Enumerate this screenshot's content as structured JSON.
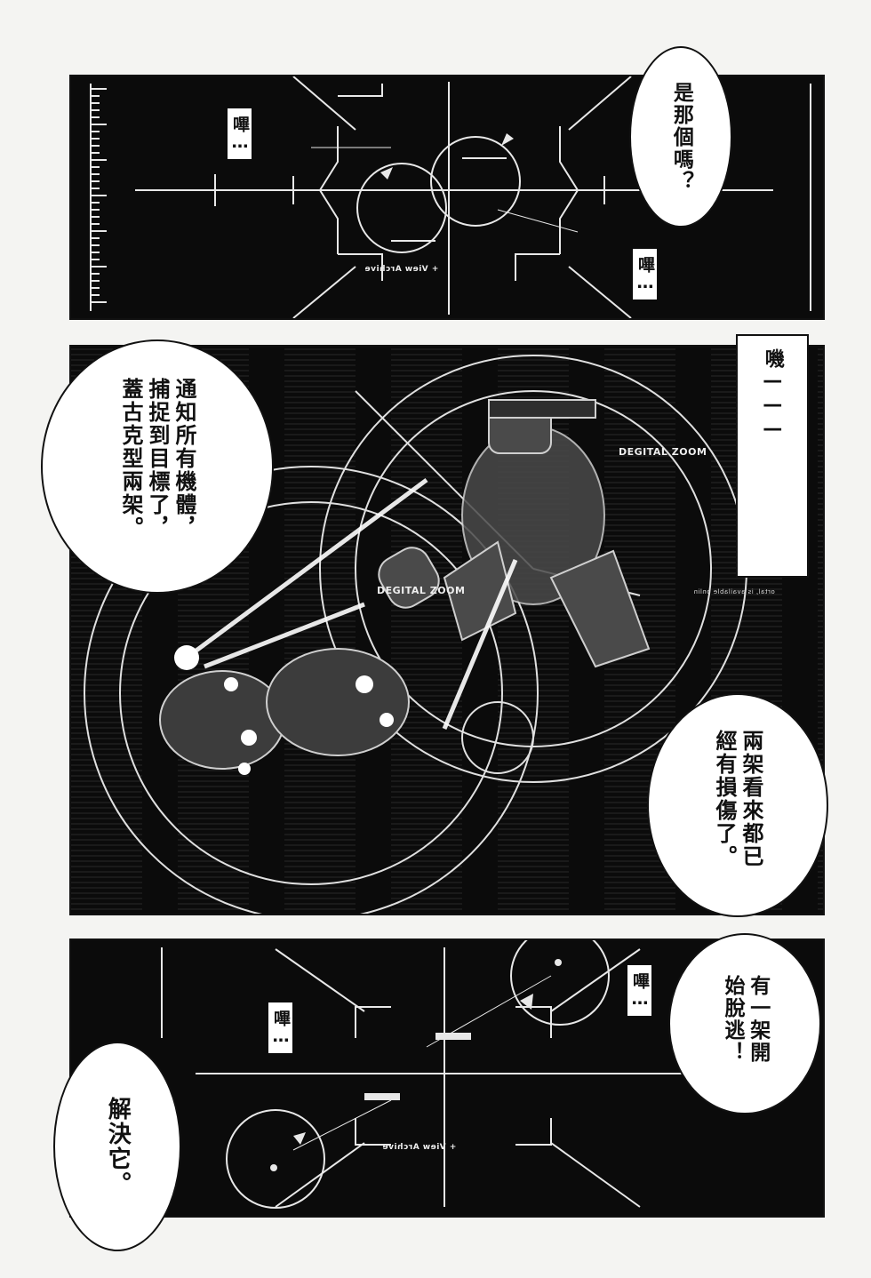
{
  "panel1": {
    "bubble": "是那個嗎？",
    "sfx_left": "嗶…",
    "sfx_right": "嗶…",
    "hud_mirror": "+ View Archive"
  },
  "panel2": {
    "bubble_left": "通知所有機體，捕捉到目標了，蓋古克型兩架。",
    "bubble_right": "兩架看來都已經有損傷了。",
    "box_sfx": "嘰———",
    "zoom_label_1": "DEGITAL ZOOM",
    "zoom_label_2": "DEGITAL ZOOM",
    "hud_mirror": "ortal, is available onlin"
  },
  "panel3": {
    "bubble_right": "有一架開始脫逃！",
    "bubble_left": "解決它。",
    "sfx_left": "嗶…",
    "sfx_right": "嗶…",
    "hud_mirror": "+ View Archive"
  },
  "colors": {
    "ink": "#0b0b0b",
    "paper": "#f4f4f2",
    "hud": "#e8e8e8"
  }
}
